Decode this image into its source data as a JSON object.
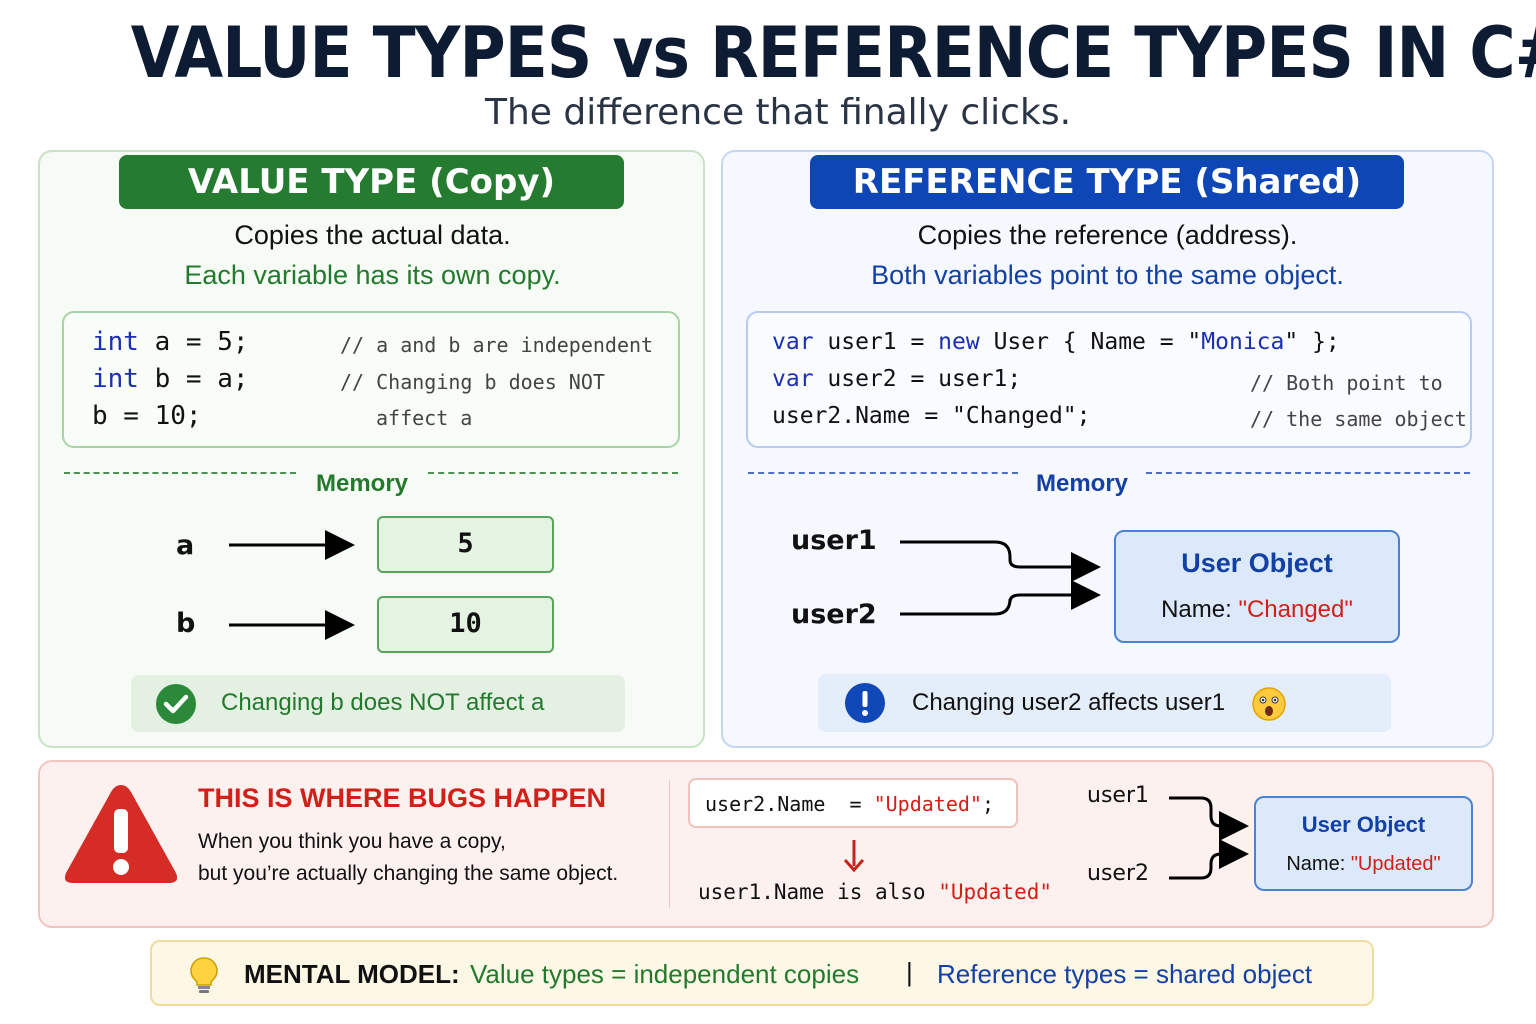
{
  "title": "VALUE TYPES vs REFERENCE TYPES IN C#",
  "subtitle": "The difference that finally clicks.",
  "value_panel": {
    "header": "VALUE TYPE (Copy)",
    "desc1": "Copies the actual data.",
    "desc2": "Each variable has its own copy.",
    "code": {
      "line1": {
        "kw": "int",
        "rest": " a = 5;"
      },
      "line2": {
        "kw": "int",
        "rest": " b = a;"
      },
      "line3": "b = 10;",
      "comment1": "// a and b are independent",
      "comment2": "// Changing b does NOT",
      "comment3": "affect a"
    },
    "memory_label": "Memory",
    "var_a": "a",
    "var_b": "b",
    "value_a": "5",
    "value_b": "10",
    "note": "Changing b does NOT affect a"
  },
  "reference_panel": {
    "header": "REFERENCE TYPE (Shared)",
    "desc1": "Copies the reference (address).",
    "desc2": "Both variables point to the same object.",
    "code": {
      "line1": {
        "kw": "var",
        "a": " user1 = ",
        "kw2": "new",
        "b": " User { Name = \"",
        "str": "Monica",
        "c": "\" };"
      },
      "line2": {
        "kw": "var",
        "rest": " user2 = user1;"
      },
      "line3": "user2.Name = \"Changed\";",
      "comment1": "// Both point to",
      "comment2": "// the same object"
    },
    "memory_label": "Memory",
    "var_user1": "user1",
    "var_user2": "user2",
    "object_title": "User Object",
    "object_name_label": "Name: ",
    "object_name_value": "\"Changed\"",
    "note": "Changing user2 affects user1"
  },
  "bug_section": {
    "heading": "THIS IS WHERE BUGS HAPPEN",
    "line1": "When you think you have a copy,",
    "line2": "but you’re actually changing the same object.",
    "code_prefix": "user2.Name  = ",
    "code_value": "\"Updated\"",
    "code_suffix": ";",
    "result_prefix": "user1.Name is also ",
    "result_value": "\"Updated\"",
    "var_user1": "user1",
    "var_user2": "user2",
    "object_title": "User Object",
    "object_name_label": "Name: ",
    "object_name_value": "\"Updated\""
  },
  "mental_model": {
    "label": "MENTAL MODEL:",
    "value_text": "Value types = independent copies",
    "separator": "|",
    "reference_text": "Reference types = shared object"
  },
  "colors": {
    "green": "#257b2f",
    "blue": "#0f46b6",
    "red": "#d21f18",
    "navy_title": "#0d1b33"
  }
}
